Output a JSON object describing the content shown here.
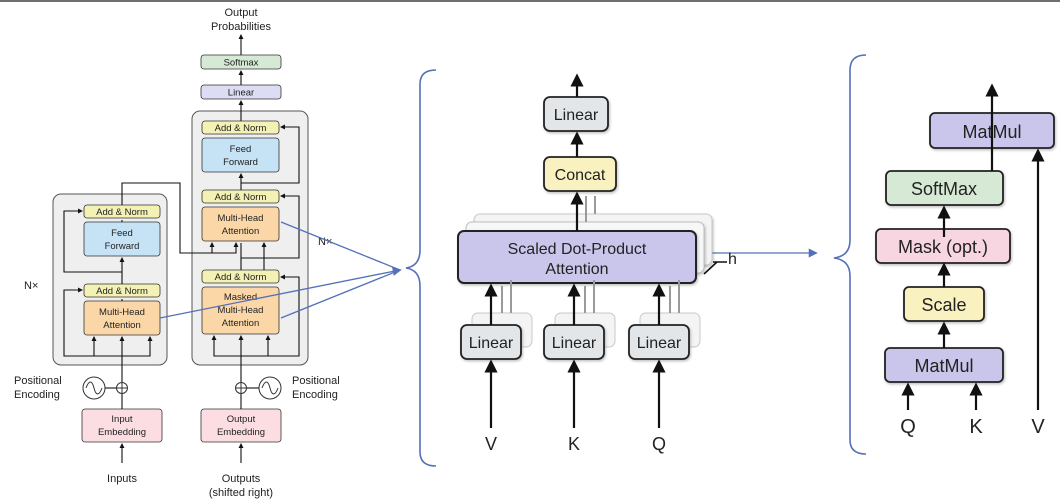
{
  "transformer": {
    "output_probabilities": [
      "Output",
      "Probabilities"
    ],
    "softmax": "Softmax",
    "linear": "Linear",
    "add_norm": "Add & Norm",
    "feed_forward": [
      "Feed",
      "Forward"
    ],
    "multi_head_attention": [
      "Multi-Head",
      "Attention"
    ],
    "masked_multi_head_attention": [
      "Masked",
      "Multi-Head",
      "Attention"
    ],
    "nx": "N×",
    "positional_encoding": [
      "Positional",
      "Encoding"
    ],
    "input_embedding": [
      "Input",
      "Embedding"
    ],
    "output_embedding": [
      "Output",
      "Embedding"
    ],
    "inputs": "Inputs",
    "outputs": [
      "Outputs",
      "(shifted right)"
    ]
  },
  "multi_head": {
    "linear": "Linear",
    "concat": "Concat",
    "sdpa": [
      "Scaled Dot-Product",
      "Attention"
    ],
    "h": "h",
    "v": "V",
    "k": "K",
    "q": "Q"
  },
  "scaled_dot": {
    "matmul": "MatMul",
    "softmax": "SoftMax",
    "mask": "Mask (opt.)",
    "scale": "Scale",
    "q": "Q",
    "k": "K",
    "v": "V"
  },
  "colors": {
    "add_norm": "#f3f1b4",
    "feed_forward": "#c5e3f5",
    "attention": "#fbd7a8",
    "embedding": "#fbdde2",
    "linear": "#dcdcf2",
    "softmax": "#d5e9d4",
    "connector": "#5470b8"
  }
}
